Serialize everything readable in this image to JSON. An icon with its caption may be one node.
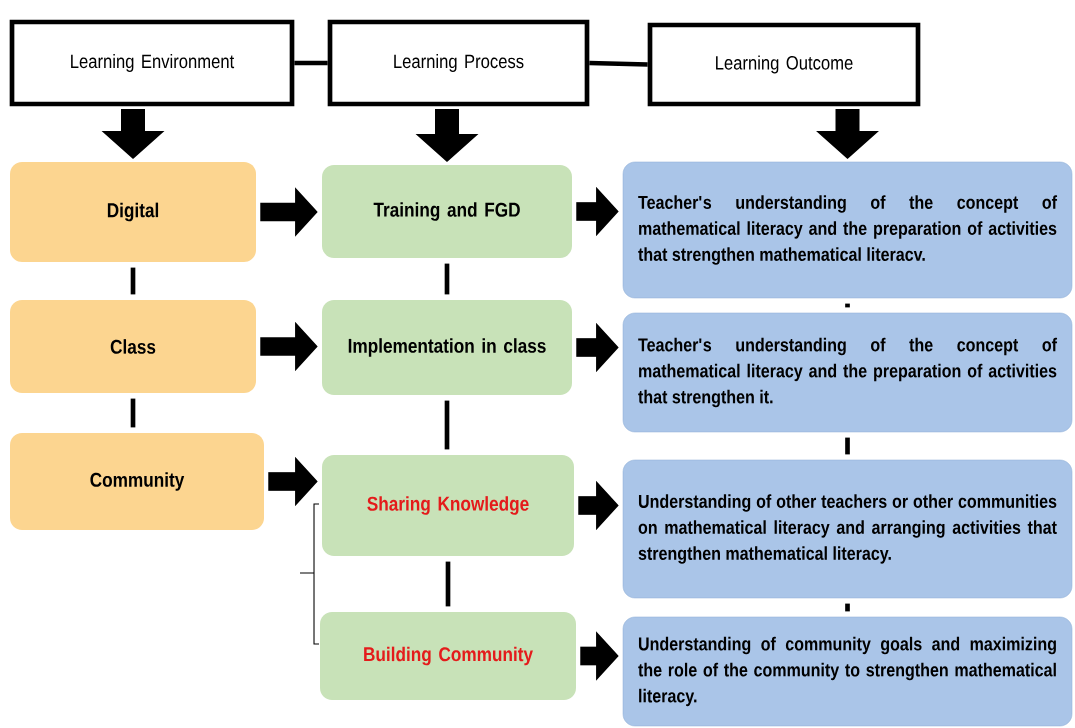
{
  "diagram": {
    "nodes": [
      {
        "text": [
          "Learning Environment"
        ]
      },
      {
        "text": [
          "Learning Process"
        ]
      },
      {
        "text": [
          "Learning Outcome"
        ]
      },
      {
        "text": [
          "Digital"
        ]
      },
      {
        "text": [
          "Class"
        ]
      },
      {
        "text": [
          "Community"
        ]
      },
      {
        "text": [
          "Training and FGD"
        ]
      },
      {
        "text": [
          "Implementation in class"
        ]
      },
      {
        "text": [
          "Sharing Knowledge"
        ]
      },
      {
        "text": [
          "Building Community"
        ]
      },
      {
        "text": [
          "Teacher's understanding of the concept of mathematical literacy and the preparation of activities that strengthen mathematical literacv."
        ]
      },
      {
        "text": [
          "Teacher's understanding of the concept of mathematical literacy and the preparation of activities that strengthen it."
        ]
      },
      {
        "text": [
          "Understanding of other teachers or other communities on mathematical literacy and arranging activities that strengthen mathematical literacy."
        ]
      },
      {
        "text": [
          "Understanding of community goals and maximizing the role of the community to strengthen mathematical literacy."
        ]
      }
    ],
    "edges": [
      {
        "from": 0,
        "to": 1,
        "arrow": "none"
      },
      {
        "from": 1,
        "to": 2,
        "arrow": "none"
      },
      {
        "from": 0,
        "to": 3,
        "arrow": "to",
        "style": "thick"
      },
      {
        "from": 1,
        "to": 6,
        "arrow": "to",
        "style": "thick"
      },
      {
        "from": 2,
        "to": 10,
        "arrow": "to",
        "style": "thick"
      },
      {
        "from": 3,
        "to": 4,
        "arrow": "none"
      },
      {
        "from": 4,
        "to": 5,
        "arrow": "none"
      },
      {
        "from": 3,
        "to": 6,
        "arrow": "to",
        "style": "thick"
      },
      {
        "from": 4,
        "to": 7,
        "arrow": "to",
        "style": "thick"
      },
      {
        "from": 5,
        "to": 8,
        "arrow": "to",
        "style": "thick"
      },
      {
        "from": 6,
        "to": 7,
        "arrow": "none"
      },
      {
        "from": 7,
        "to": 8,
        "arrow": "none"
      },
      {
        "from": 8,
        "to": 9,
        "arrow": "none"
      },
      {
        "from": 6,
        "to": 10,
        "arrow": "to",
        "style": "thick"
      },
      {
        "from": 7,
        "to": 11,
        "arrow": "to",
        "style": "thick"
      },
      {
        "from": 8,
        "to": 12,
        "arrow": "to",
        "style": "thick"
      },
      {
        "from": 9,
        "to": 13,
        "arrow": "to",
        "style": "thick"
      },
      {
        "from": 10,
        "to": 11,
        "arrow": "none"
      },
      {
        "from": 11,
        "to": 12,
        "arrow": "none"
      },
      {
        "from": 12,
        "to": 13,
        "arrow": "none"
      }
    ]
  }
}
